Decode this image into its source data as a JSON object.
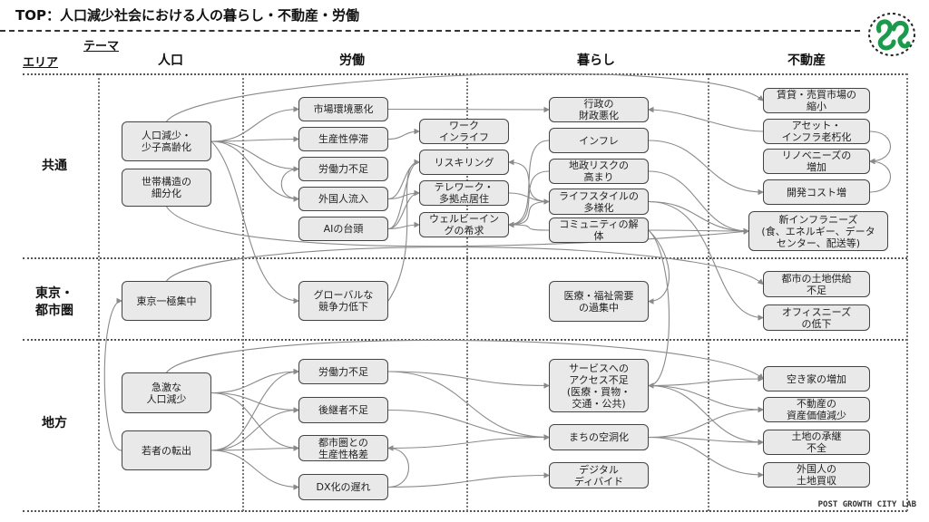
{
  "title": "TOP：人口減少社会における人の暮らし・不動産・労働",
  "axes": {
    "area": "エリア",
    "theme": "テーマ"
  },
  "columns": [
    "人口",
    "労働",
    "暮らし",
    "不動産"
  ],
  "rows": [
    "共通",
    "東京・\n都市圏",
    "地方"
  ],
  "boxes": {
    "pop1": "人口減少・\n少子高齢化",
    "household": "世帯構造の\n細分化",
    "tokyo": "東京一極集中",
    "rapid": "急激な\n人口減少",
    "youth": "若者の転出",
    "market": "市場環境悪化",
    "productivity": "生産性停滞",
    "labor": "労働力不足",
    "foreign": "外国人流入",
    "ai": "AIの台頭",
    "global": "グローバルな\n競争力低下",
    "labor2": "労働力不足",
    "successor": "後継者不足",
    "gap": "都市圏との\n生産性格差",
    "dx": "DX化の遅れ",
    "workinlife": "ワーク\nインライフ",
    "reskill": "リスキリング",
    "telework": "テレワーク・\n多拠点居住",
    "wellbeing": "ウェルビーイン\nグの希求",
    "admin": "行政の\n財政悪化",
    "inflation": "インフレ",
    "geo": "地政リスクの\n高まり",
    "lifestyle": "ライフスタイルの\n多様化",
    "community": "コミュニティの解\n体",
    "medical": "医療・福祉需要\nの過集中",
    "service": "サービスへの\nアクセス不足\n(医療・買物・\n交通・公共)",
    "hollow": "まちの空洞化",
    "digital": "デジタル\nディバイド",
    "rentmarket": "賃貸・売買市場の\n縮小",
    "asset": "アセット・\nインフラ老朽化",
    "renov": "リノベニーズの\n増加",
    "devcost": "開発コスト増",
    "newinfra": "新インフラニーズ\n(食、エネルギー、データ\nセンター、配送等)",
    "landsupply": "都市の土地供給\n不足",
    "office": "オフィスニーズ\nの低下",
    "vacant": "空き家の増加",
    "assetvalue": "不動産の\n資産価値減少",
    "inherit": "土地の承継\n不全",
    "foreignbuy": "外国人の\n土地買収"
  },
  "footer": "POST GROWTH CITY LAB",
  "colors": {
    "box_fill": "#e9e9e9",
    "box_border": "#444444",
    "edge": "#8a8a8a",
    "logo": "#1a9a4a"
  }
}
